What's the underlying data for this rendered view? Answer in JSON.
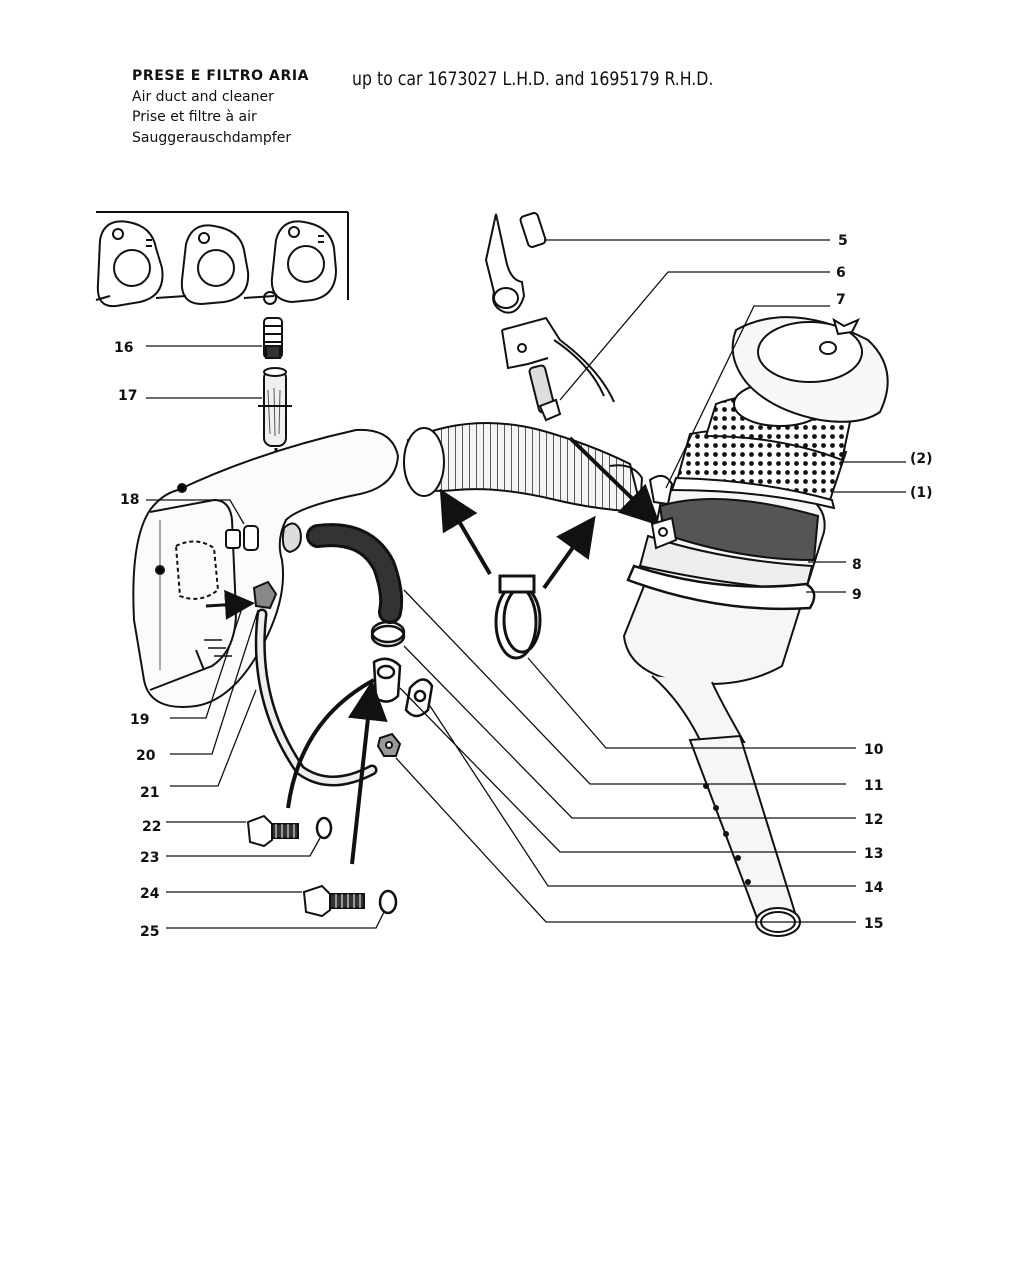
{
  "header": {
    "title": "PRESE E FILTRO ARIA",
    "subtitle_en": "Air duct and cleaner",
    "subtitle_fr": "Prise et filtre à air",
    "subtitle_de": "Sauggerauschdampfer",
    "applicability": "up to car 1673027 L.H.D. and 1695179 R.H.D."
  },
  "callouts": [
    {
      "id": "c5",
      "label": "5"
    },
    {
      "id": "c6",
      "label": "6"
    },
    {
      "id": "c7",
      "label": "7"
    },
    {
      "id": "c2",
      "label": "(2)"
    },
    {
      "id": "c1",
      "label": "(1)"
    },
    {
      "id": "c8",
      "label": "8"
    },
    {
      "id": "c9",
      "label": "9"
    },
    {
      "id": "c10",
      "label": "10"
    },
    {
      "id": "c11",
      "label": "11"
    },
    {
      "id": "c12",
      "label": "12"
    },
    {
      "id": "c13",
      "label": "13"
    },
    {
      "id": "c14",
      "label": "14"
    },
    {
      "id": "c15",
      "label": "15"
    },
    {
      "id": "c16",
      "label": "16"
    },
    {
      "id": "c17",
      "label": "17"
    },
    {
      "id": "c18",
      "label": "18"
    },
    {
      "id": "c19",
      "label": "19"
    },
    {
      "id": "c20",
      "label": "20"
    },
    {
      "id": "c21",
      "label": "21"
    },
    {
      "id": "c22",
      "label": "22"
    },
    {
      "id": "c23",
      "label": "23"
    },
    {
      "id": "c24",
      "label": "24"
    },
    {
      "id": "c25",
      "label": "25"
    }
  ]
}
